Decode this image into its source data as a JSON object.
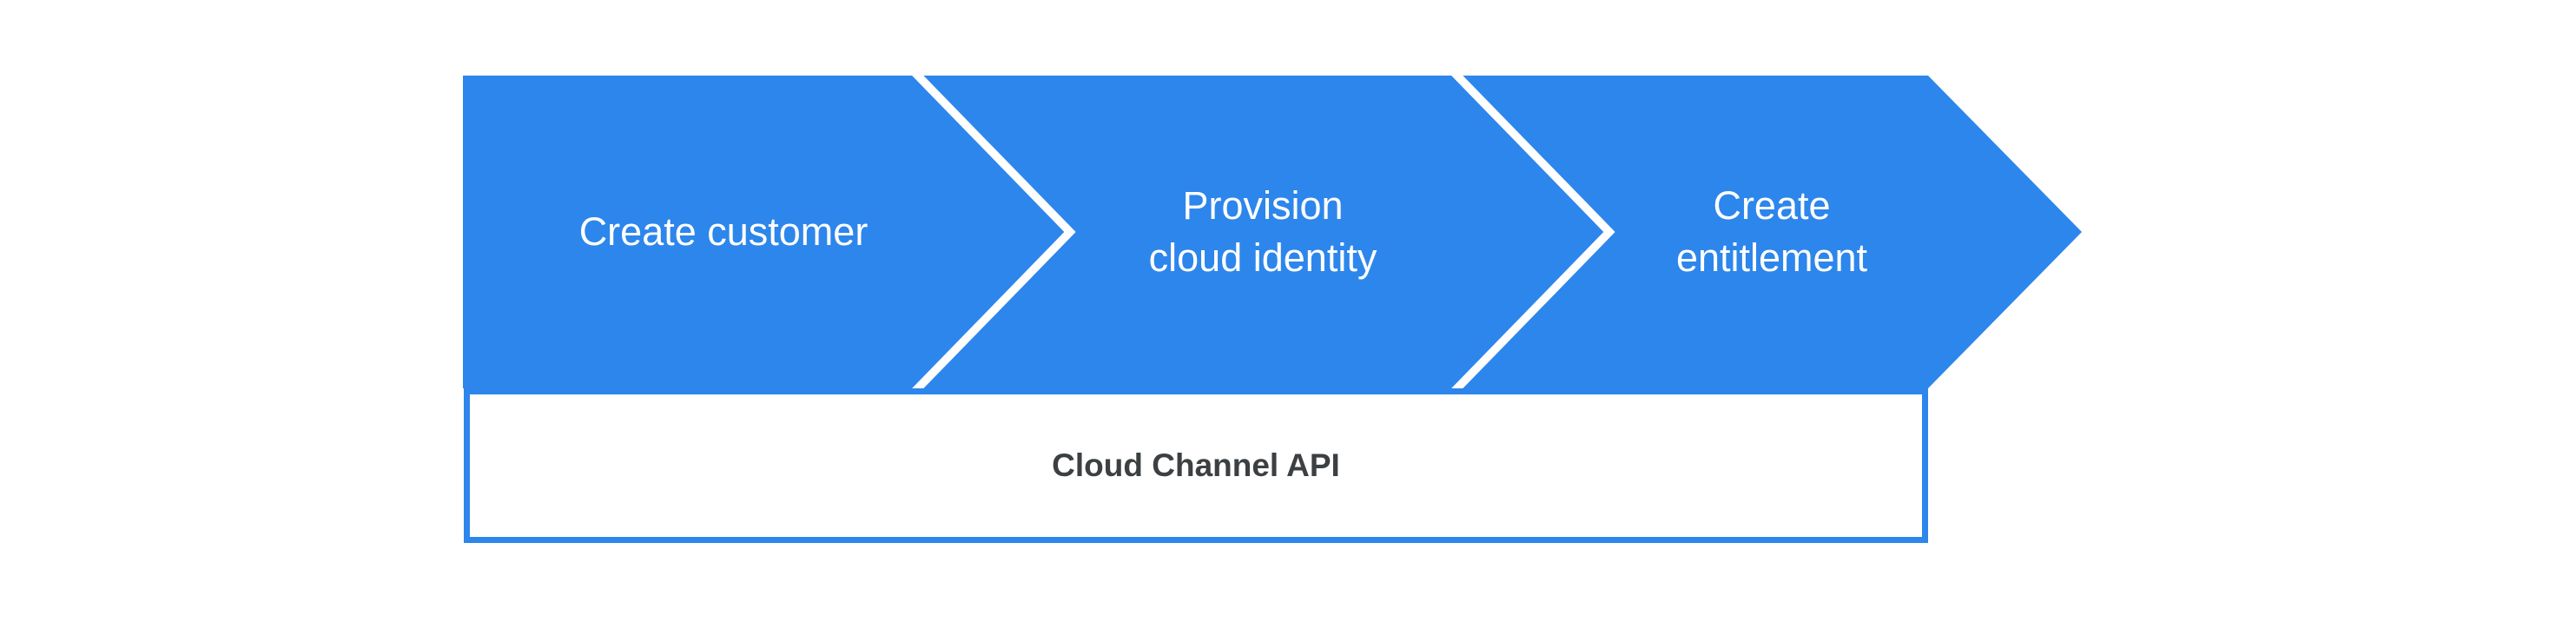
{
  "diagram": {
    "type": "process-flow",
    "steps": [
      {
        "label": "Create customer"
      },
      {
        "label": "Provision\ncloud identity"
      },
      {
        "label": "Create\nentitlement"
      }
    ],
    "api_box": {
      "label": "Cloud Channel API"
    }
  },
  "colors": {
    "background": "#ffffff",
    "arrow_fill": "#2d86eb",
    "separator": "#ffffff",
    "step_text": "#ffffff",
    "box_fill": "#ffffff",
    "box_border": "#2d86eb",
    "box_text": "#3c4043"
  }
}
